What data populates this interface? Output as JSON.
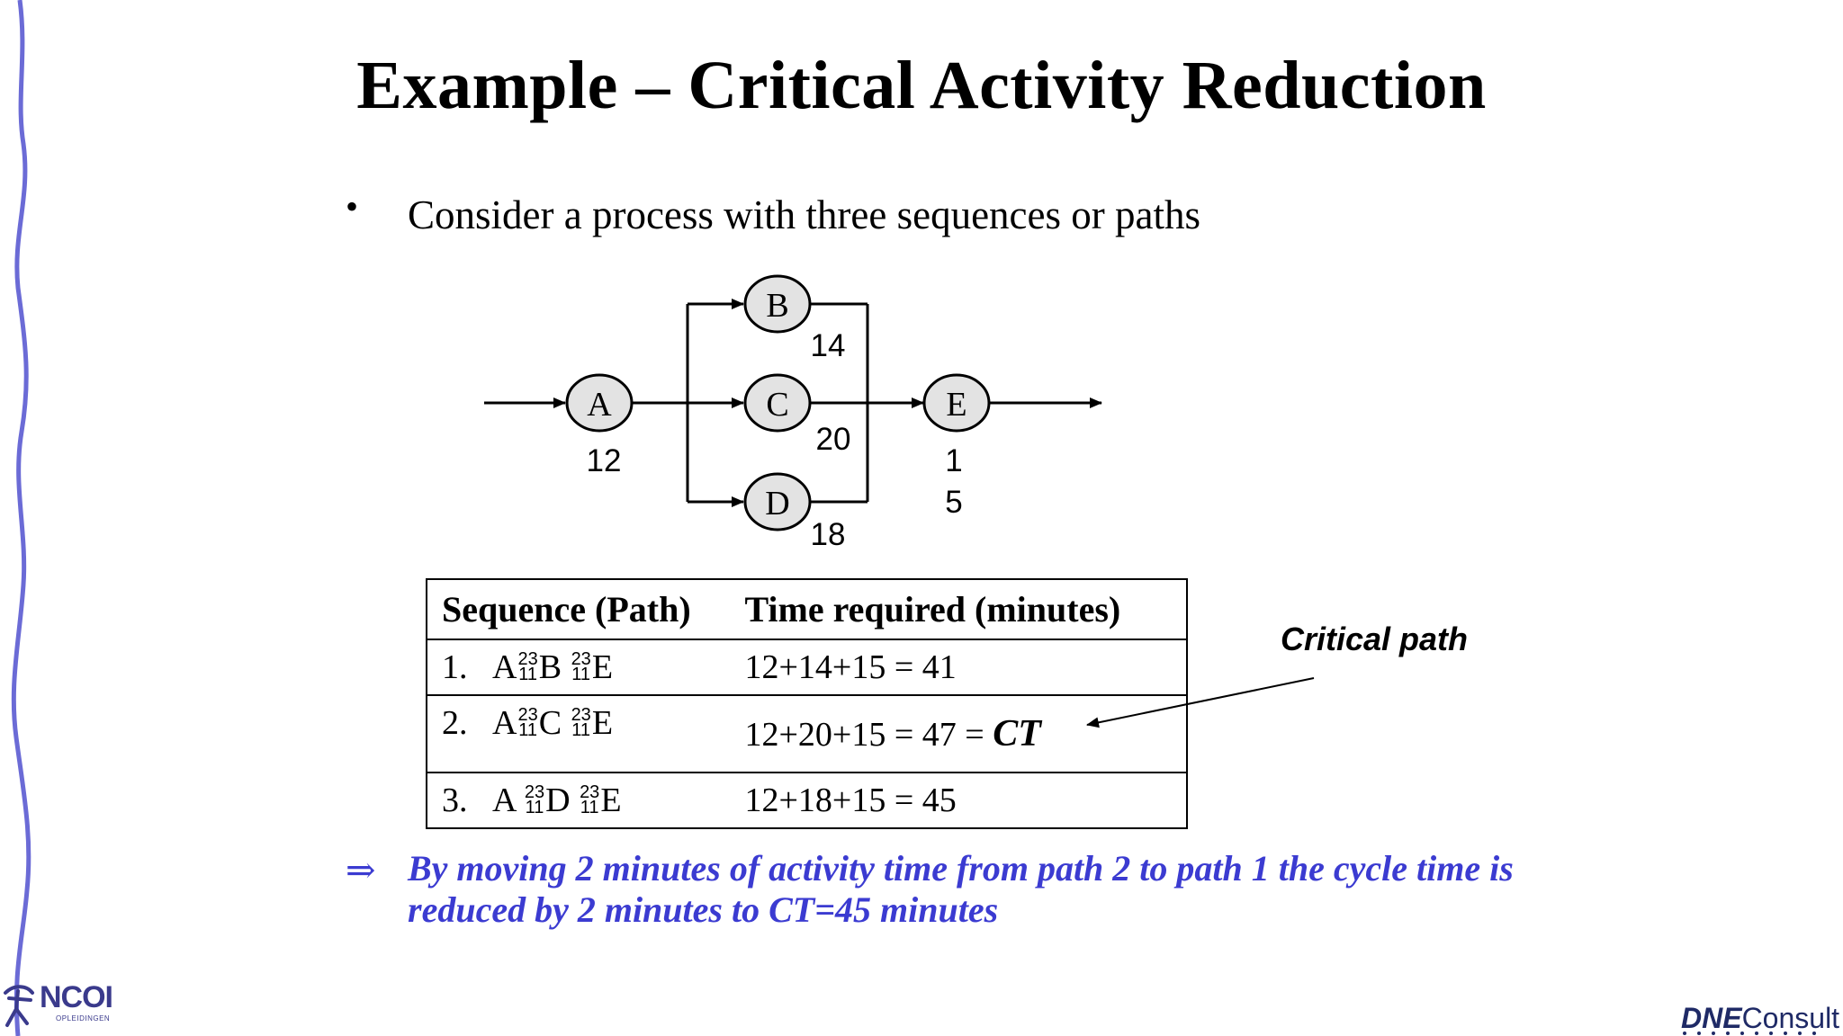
{
  "title": "Example – Critical Activity Reduction",
  "bullet": "Consider a process with three sequences or paths",
  "diagram": {
    "nodes": [
      {
        "id": "A",
        "duration": "12"
      },
      {
        "id": "B",
        "duration": "14"
      },
      {
        "id": "C",
        "duration": "20"
      },
      {
        "id": "D",
        "duration": "18"
      },
      {
        "id": "E",
        "duration_line1": "1",
        "duration_line2": "5"
      }
    ]
  },
  "table": {
    "headers": [
      "Sequence (Path)",
      "Time required (minutes)"
    ],
    "rows": [
      {
        "num": "1.",
        "from": "A",
        "via": "B",
        "to": "E",
        "time": "12+14+15 = 41"
      },
      {
        "num": "2.",
        "from": "A",
        "via": "C",
        "to": "E",
        "time": "12+20+15 = 47 = ",
        "ct": "CT"
      },
      {
        "num": "3.",
        "from": "A ",
        "via": "D",
        "to": "E",
        "time": "12+18+15 = 45"
      }
    ],
    "glyph_top": "23",
    "glyph_bottom": "11"
  },
  "critical_label": "Critical path",
  "conclusion_symbol": "⇒",
  "conclusion": "By moving 2 minutes of activity time from path 2 to path 1 the cycle time is reduced by 2 minutes to CT=45 minutes",
  "logos": {
    "left": "NCOI",
    "left_sub": "OPLEIDINGEN",
    "right_bold": "DNE",
    "right_light": "Consult"
  },
  "colors": {
    "accent": "#3b3bd1",
    "node_fill": "#e3e3e3",
    "left_rule": "#6b6bd6"
  }
}
